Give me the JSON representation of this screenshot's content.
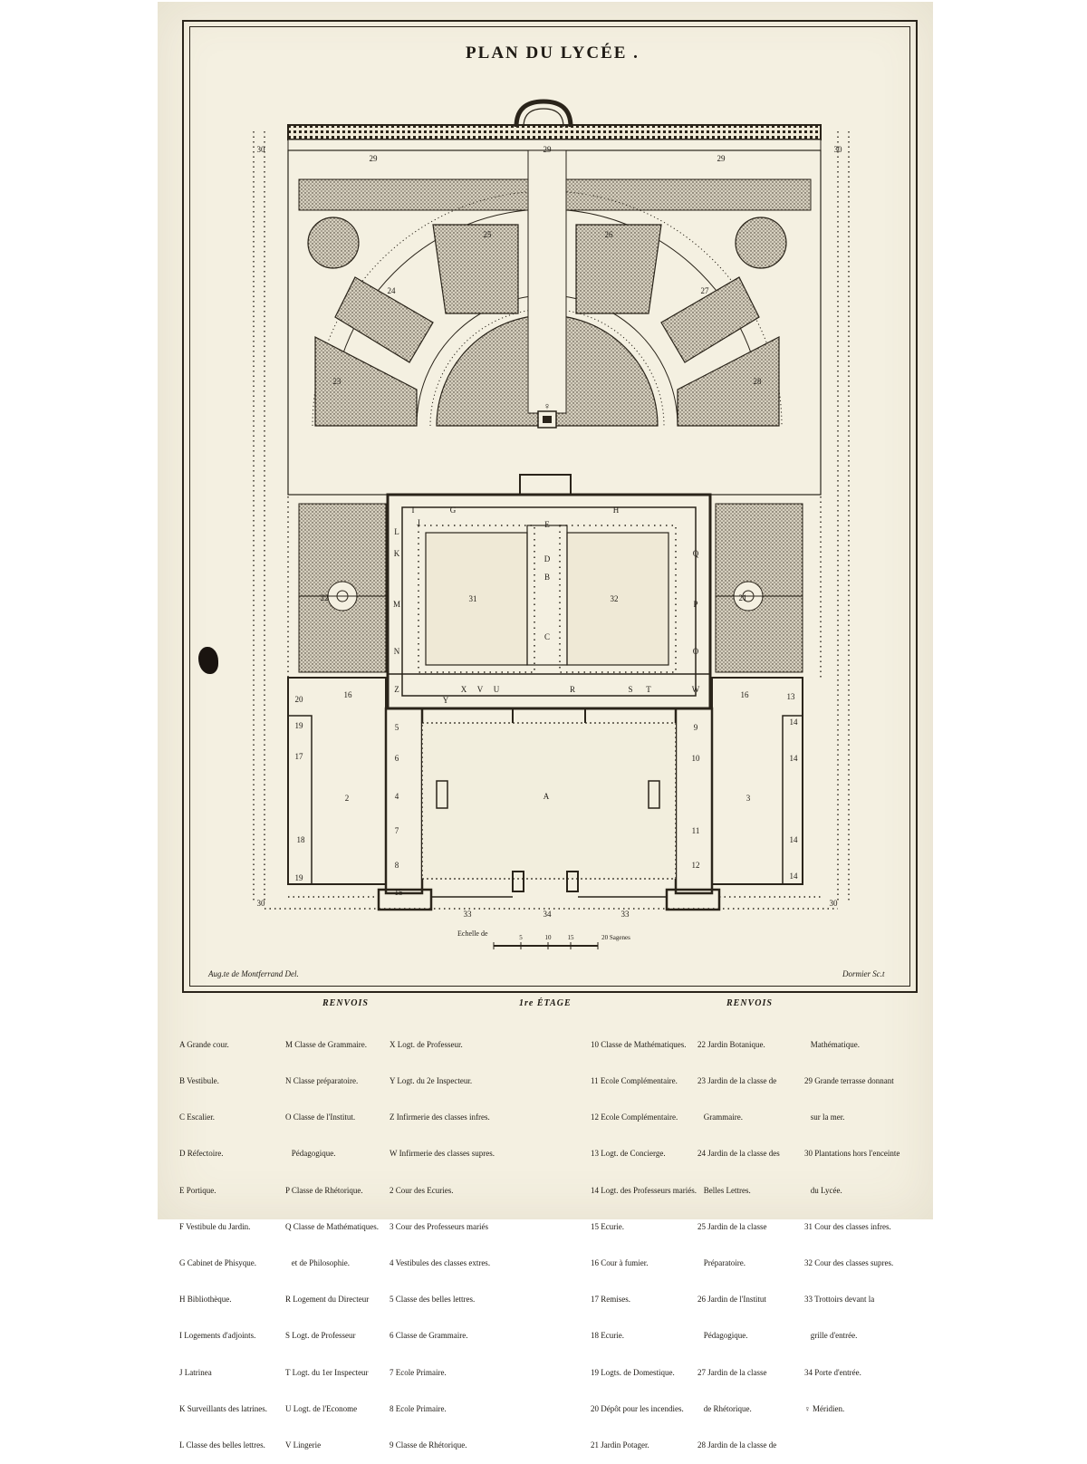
{
  "plate": {
    "title": "PLAN DU LYCÉE .",
    "credit_left": "Aug.te de Montferrand Del.",
    "credit_right": "Dormier Sc.t",
    "scale_label": "Echelle de",
    "scale_ticks": [
      "5",
      "10",
      "15",
      "20 Sagenes"
    ]
  },
  "plan_labels": {
    "courtyards": [
      "A",
      "31",
      "32",
      "2",
      "3"
    ],
    "gardens": [
      "23",
      "24",
      "25",
      "26",
      "27",
      "28",
      "21",
      "22"
    ],
    "terrace": [
      "29",
      "29",
      "29"
    ],
    "corners": [
      "30",
      "30",
      "30",
      "30"
    ],
    "front": [
      "33",
      "34",
      "33"
    ],
    "side": [
      "16",
      "16",
      "20",
      "17",
      "18",
      "19",
      "19",
      "13",
      "14",
      "14",
      "14",
      "14"
    ],
    "wings": [
      "G",
      "H",
      "I",
      "J",
      "M",
      "N",
      "O",
      "P",
      "Q",
      "K",
      "L",
      "Z",
      "W",
      "E",
      "C",
      "B",
      "D",
      "X",
      "Y",
      "V",
      "U",
      "R",
      "S",
      "T"
    ],
    "rooms": [
      "4",
      "5",
      "6",
      "7",
      "8",
      "9",
      "10",
      "11",
      "12",
      "15"
    ],
    "meridian": "♀"
  },
  "legend": {
    "heading_left": "RENVOIS",
    "heading_center": "1re ÉTAGE",
    "heading_right": "RENVOIS",
    "col1": [
      "A Grande cour.",
      "B Vestibule.",
      "C Escalier.",
      "D Réfectoire.",
      "E Portique.",
      "F Vestibule du Jardin.",
      "G Cabinet de Phisyque.",
      "H Bibliothèque.",
      "I Logements d'adjoints.",
      "J Latrinea",
      "K Surveillants des latrines.",
      "L Classe des belles lettres."
    ],
    "col2": [
      "M Classe de Grammaire.",
      "N Classe préparatoire.",
      "O Classe de l'Institut.",
      "   Pédagogique.",
      "P Classe de Rhétorique.",
      "Q Classe de Mathématiques.",
      "   et de Philosophie.",
      "R Logement du Directeur",
      "S Logt. de Professeur",
      "T Logt. du 1er Inspecteur",
      "U Logt. de l'Econome",
      "V Lingerie"
    ],
    "col3": [
      "X Logt. de Professeur.",
      "Y Logt. du 2e Inspecteur.",
      "Z Infirmerie des classes infres.",
      "W Infirmerie des classes supres.",
      "2 Cour des Ecuries.",
      "3 Cour des Professeurs mariés",
      "4 Vestibules des classes extres.",
      "5 Classe des belles lettres.",
      "6 Classe de Grammaire.",
      "7 Ecole Primaire.",
      "8 Ecole Primaire.",
      "9 Classe de Rhétorique."
    ],
    "col4": [
      "10 Classe de Mathématiques.",
      "11 Ecole Complémentaire.",
      "12 Ecole Complémentaire.",
      "13 Logt. de Concierge.",
      "14 Logt. des Professeurs mariés.",
      "15 Ecurie.",
      "16 Cour à fumier.",
      "17 Remises.",
      "18 Ecurie.",
      "19 Logts. de Domestique.",
      "20 Dépôt pour les incendies.",
      "21 Jardin Potager."
    ],
    "col5": [
      "22 Jardin Botanique.",
      "23 Jardin de la classe de",
      "   Grammaire.",
      "24 Jardin de la classe des",
      "   Belles Lettres.",
      "25 Jardin de la classe",
      "   Préparatoire.",
      "26 Jardin de l'Institut",
      "   Pédagogique.",
      "27 Jardin de la classe",
      "   de Rhétorique.",
      "28 Jardin de la classe de"
    ],
    "col6": [
      "   Mathématique.",
      "29 Grande terrasse donnant",
      "   sur la mer.",
      "30 Plantations hors l'enceinte",
      "   du Lycée.",
      "31 Cour des classes infres.",
      "32 Cour des classes supres.",
      "33 Trottoirs devant la",
      "   grille d'entrée.",
      "34 Porte d'entrée.",
      "♀ Méridien."
    ]
  }
}
